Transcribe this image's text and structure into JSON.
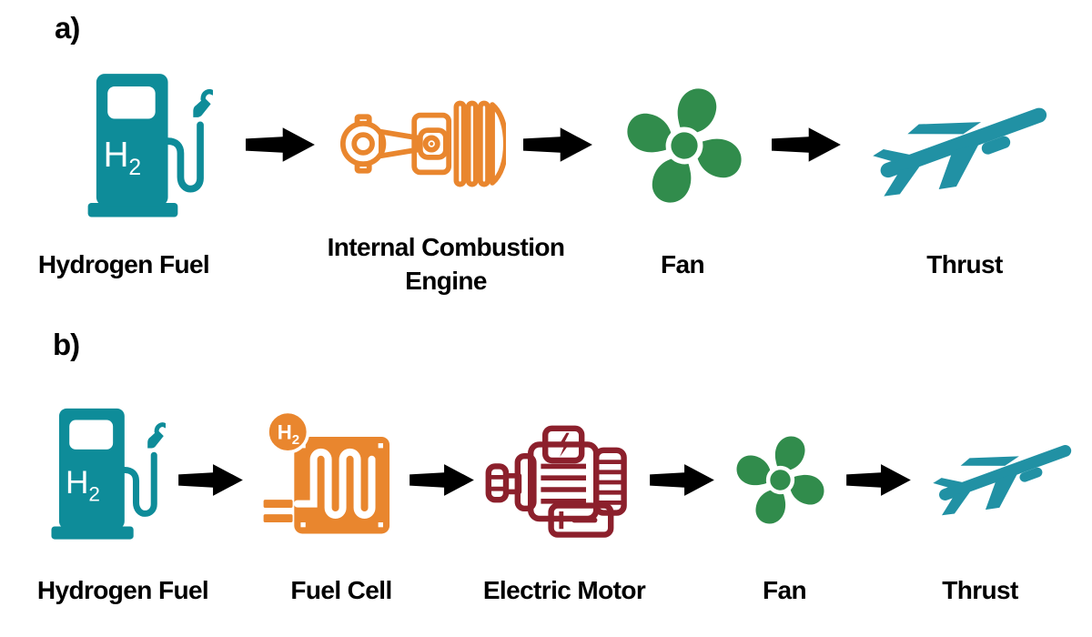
{
  "diagram": {
    "rows": [
      {
        "label": "a)",
        "steps": [
          {
            "name": "hydrogen-fuel",
            "label": "Hydrogen Fuel",
            "icon": "hydrogen-pump-icon"
          },
          {
            "name": "internal-combustion-engine",
            "label": "Internal Combustion Engine",
            "icon": "piston-engine-icon"
          },
          {
            "name": "fan",
            "label": "Fan",
            "icon": "fan-icon"
          },
          {
            "name": "thrust",
            "label": "Thrust",
            "icon": "airplane-icon"
          }
        ]
      },
      {
        "label": "b)",
        "steps": [
          {
            "name": "hydrogen-fuel",
            "label": "Hydrogen Fuel",
            "icon": "hydrogen-pump-icon"
          },
          {
            "name": "fuel-cell",
            "label": "Fuel Cell",
            "icon": "fuel-cell-icon"
          },
          {
            "name": "electric-motor",
            "label": "Electric Motor",
            "icon": "electric-motor-icon"
          },
          {
            "name": "fan",
            "label": "Fan",
            "icon": "fan-icon"
          },
          {
            "name": "thrust",
            "label": "Thrust",
            "icon": "airplane-icon"
          }
        ]
      }
    ],
    "h2": {
      "main": "H",
      "sub": "2"
    },
    "fuel_cell_badge": {
      "main": "H",
      "sub": "2"
    },
    "icons": {
      "hydrogen-pump-icon": "teal fuel dispenser with H2 and nozzle",
      "piston-engine-icon": "orange outline piston with connecting rod and cylinder",
      "fuel-cell-icon": "orange plate with serpentine flow channel and H2 badge",
      "electric-motor-icon": "dark red outline electric motor with lightning bolt",
      "fan-icon": "green four-blade fan",
      "airplane-icon": "teal ascending jet silhouette",
      "arrow-icon": "black right arrow connector"
    },
    "colors": {
      "teal": "#0E8C99",
      "teal_plane": "#2191A4",
      "orange": "#E9862E",
      "green": "#318C4C",
      "dark_red": "#8C202C",
      "arrow_black": "#000000",
      "text_black": "#000000",
      "background": "#FFFFFF"
    }
  }
}
